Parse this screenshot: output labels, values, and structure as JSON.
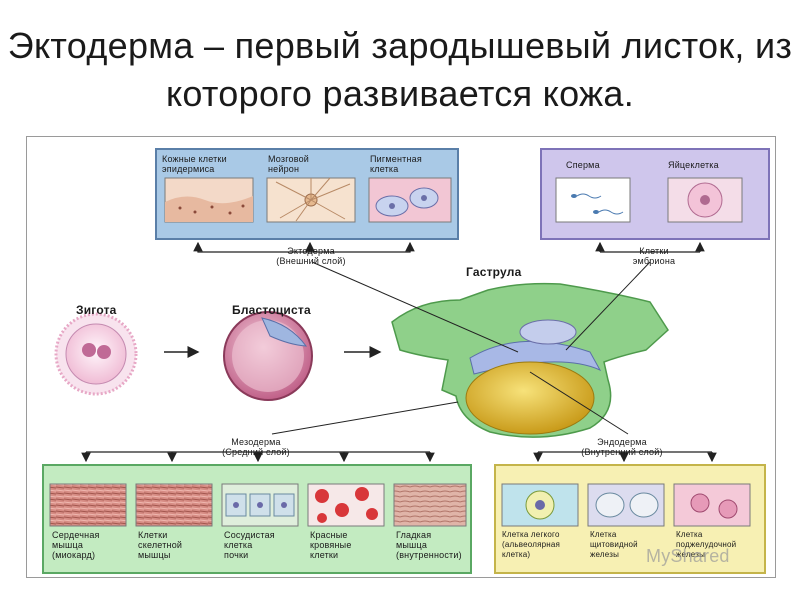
{
  "title": "Эктодерма – первый зародышевый листок, из которого развивается кожа.",
  "stages": {
    "zygote": "Зигота",
    "blastocyst": "Бластоциста",
    "gastrula": "Гаструла"
  },
  "layers": {
    "ectoderm": "Эктодерма\n(Внешний слой)",
    "germ_cells": "Клетки\nэмбриона",
    "mesoderm": "Мезодерма\n(Средний слой)",
    "endoderm": "Эндодерма\n(Внутренний слой)"
  },
  "ectoderm_cells": [
    "Кожные клетки\nэпидермиса",
    "Мозговой\nнейрон",
    "Пигментная\nклетка"
  ],
  "germ_cells": [
    "Сперма",
    "Яйцеклетка"
  ],
  "mesoderm_cells": [
    "Сердечная\nмышца\n(миокард)",
    "Клетки\nскелетной\nмышцы",
    "Сосудистая\nклетка\nпочки",
    "Красные\nкровяные\nклетки",
    "Гладкая\nмышца\n(внутренности)"
  ],
  "endoderm_cells": [
    "Клетка легкого\n(альвеолярная\nклетка)",
    "Клетка\nщитовидной\nжелезы",
    "Клетка\nподжелудочной\nжелезы"
  ],
  "watermark": "MyShared",
  "colors": {
    "ectoderm_panel": "#a9c9e6",
    "germ_panel": "#cfc6ec",
    "mesoderm_panel": "#c3ebc1",
    "endoderm_panel": "#f7f0b3",
    "gastrula_green": "#8fd08a",
    "yolk": "#e8c23a",
    "blastocyst_pink": "#d98aa8"
  }
}
